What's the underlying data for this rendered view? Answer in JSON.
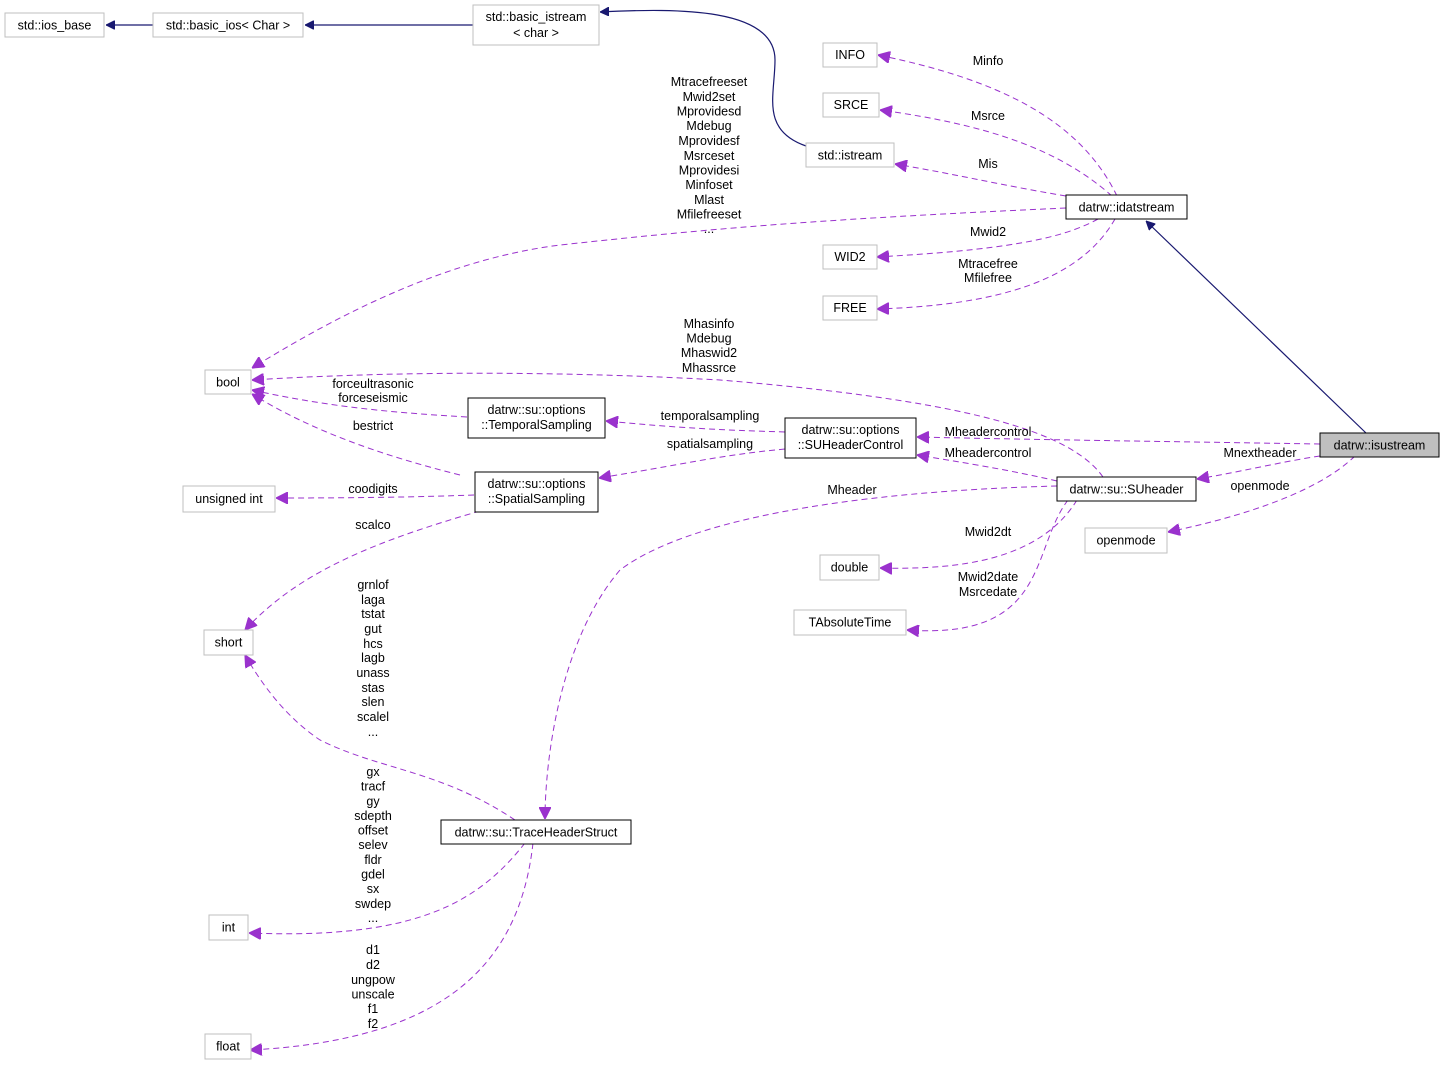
{
  "nodes": {
    "ios_base": "std::ios_base",
    "basic_ios": "std::basic_ios< Char >",
    "basic_istream_1": "std::basic_istream",
    "basic_istream_2": "< char >",
    "istream": "std::istream",
    "info": "INFO",
    "srce": "SRCE",
    "wid2": "WID2",
    "free": "FREE",
    "idatstream": "datrw::idatstream",
    "bool": "bool",
    "temporal_1": "datrw::su::options",
    "temporal_2": "::TemporalSampling",
    "spatial_1": "datrw::su::options",
    "spatial_2": "::SpatialSampling",
    "suhc_1": "datrw::su::options",
    "suhc_2": "::SUHeaderControl",
    "suheader": "datrw::su::SUheader",
    "isustream": "datrw::isustream",
    "uint": "unsigned int",
    "openmode": "openmode",
    "double": "double",
    "tabs": "TAbsoluteTime",
    "short": "short",
    "trace": "datrw::su::TraceHeaderStruct",
    "int": "int",
    "float": "float"
  },
  "labels": {
    "minfo": "Minfo",
    "msrce": "Msrce",
    "mis": "Mis",
    "mwid2": "Mwid2",
    "free_lines": [
      "Mtracefree",
      "Mfilefree"
    ],
    "bool_from_idat": [
      "Mtracefreeset",
      "Mwid2set",
      "Mprovidesd",
      "Mdebug",
      "Mprovidesf",
      "Msrceset",
      "Mprovidesi",
      "Minfoset",
      "Mlast",
      "Mfilefreeset",
      "..."
    ],
    "bool_from_suheader": [
      "Mhasinfo",
      "Mdebug",
      "Mhaswid2",
      "Mhassrce"
    ],
    "bool_from_temporal": [
      "forceultrasonic",
      "forceseismic"
    ],
    "bestrict": "bestrict",
    "temporalsampling": "temporalsampling",
    "spatialsampling": "spatialsampling",
    "mheadercontrol_top": "Mheadercontrol",
    "mheadercontrol_bottom": "Mheadercontrol",
    "mnextheader": "Mnextheader",
    "openmode_label": "openmode",
    "coodigits": "coodigits",
    "mheader": "Mheader",
    "mwid2dt": "Mwid2dt",
    "mwid2date_lines": [
      "Mwid2date",
      "Msrcedate"
    ],
    "scalco": "scalco",
    "short_lines": [
      "grnlof",
      "laga",
      "tstat",
      "gut",
      "hcs",
      "lagb",
      "unass",
      "stas",
      "slen",
      "scalel",
      "..."
    ],
    "int_lines": [
      "gx",
      "tracf",
      "gy",
      "sdepth",
      "offset",
      "selev",
      "fldr",
      "gdel",
      "sx",
      "swdep",
      "..."
    ],
    "float_lines": [
      "d1",
      "d2",
      "ungpow",
      "unscale",
      "f1",
      "f2"
    ]
  },
  "colors": {
    "inheritance_edge": "#191970",
    "usage_edge": "#9a32cd",
    "node_border_external": "#bfbfbf",
    "node_border_documented": "#000000",
    "focus_fill": "#bfbfbf"
  }
}
